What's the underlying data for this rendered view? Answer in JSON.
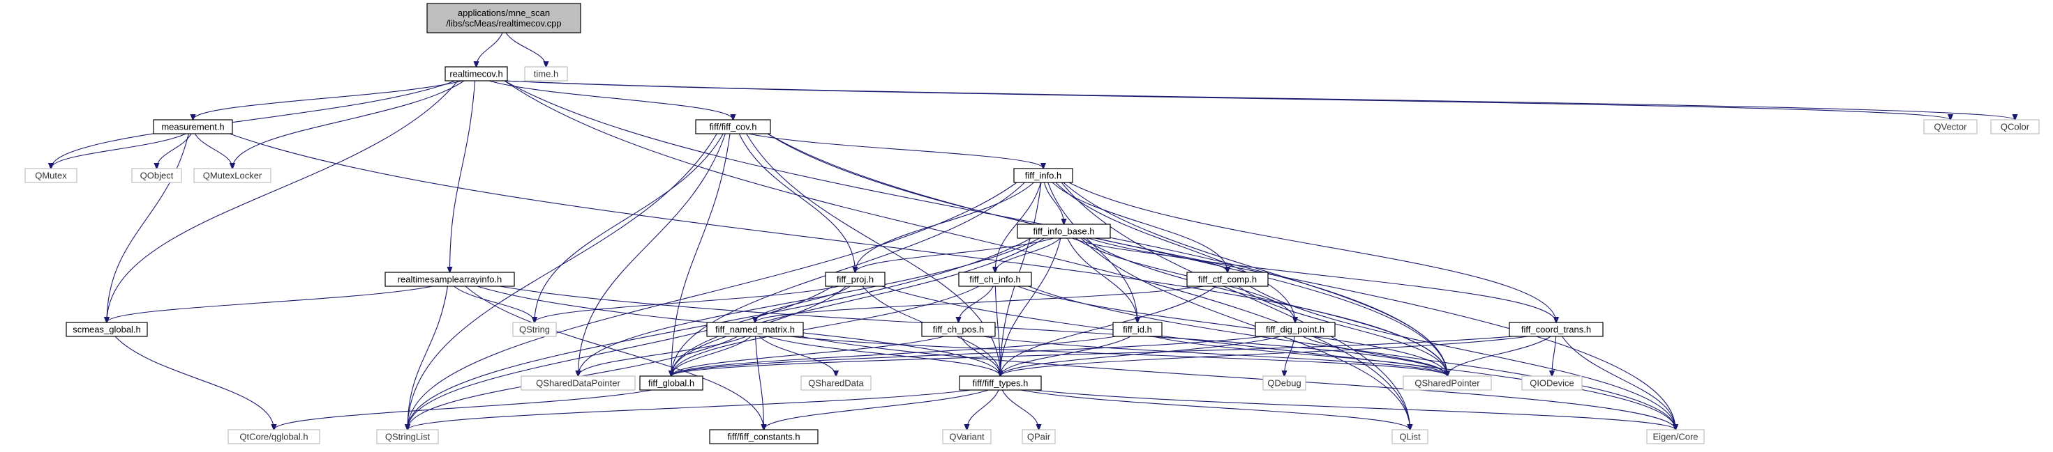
{
  "graph": {
    "nodes": [
      {
        "id": "root",
        "label": [
          "applications/mne_scan",
          "/libs/scMeas/realtimecov.cpp"
        ],
        "kind": "root"
      },
      {
        "id": "realtimecov_h",
        "label": [
          "realtimecov.h"
        ],
        "kind": "file"
      },
      {
        "id": "time_h",
        "label": [
          "time.h"
        ],
        "kind": "sys"
      },
      {
        "id": "measurement_h",
        "label": [
          "measurement.h"
        ],
        "kind": "file"
      },
      {
        "id": "fiff_cov_h",
        "label": [
          "fiff/fiff_cov.h"
        ],
        "kind": "file"
      },
      {
        "id": "qvector",
        "label": [
          "QVector"
        ],
        "kind": "sys"
      },
      {
        "id": "qcolor",
        "label": [
          "QColor"
        ],
        "kind": "sys"
      },
      {
        "id": "qmutex",
        "label": [
          "QMutex"
        ],
        "kind": "sys"
      },
      {
        "id": "qobject",
        "label": [
          "QObject"
        ],
        "kind": "sys"
      },
      {
        "id": "qmutexlocker",
        "label": [
          "QMutexLocker"
        ],
        "kind": "sys"
      },
      {
        "id": "fiff_info_h",
        "label": [
          "fiff_info.h"
        ],
        "kind": "file"
      },
      {
        "id": "fiff_info_base_h",
        "label": [
          "fiff_info_base.h"
        ],
        "kind": "file"
      },
      {
        "id": "rtsai_h",
        "label": [
          "realtimesamplearrayinfo.h"
        ],
        "kind": "file"
      },
      {
        "id": "fiff_proj_h",
        "label": [
          "fiff_proj.h"
        ],
        "kind": "file"
      },
      {
        "id": "fiff_ch_info_h",
        "label": [
          "fiff_ch_info.h"
        ],
        "kind": "file"
      },
      {
        "id": "fiff_ctf_comp_h",
        "label": [
          "fiff_ctf_comp.h"
        ],
        "kind": "file"
      },
      {
        "id": "scmeas_global_h",
        "label": [
          "scmeas_global.h"
        ],
        "kind": "file"
      },
      {
        "id": "qstring",
        "label": [
          "QString"
        ],
        "kind": "sys"
      },
      {
        "id": "fiff_named_matrix_h",
        "label": [
          "fiff_named_matrix.h"
        ],
        "kind": "file"
      },
      {
        "id": "fiff_ch_pos_h",
        "label": [
          "fiff_ch_pos.h"
        ],
        "kind": "file"
      },
      {
        "id": "fiff_id_h",
        "label": [
          "fiff_id.h"
        ],
        "kind": "file"
      },
      {
        "id": "fiff_dig_point_h",
        "label": [
          "fiff_dig_point.h"
        ],
        "kind": "file"
      },
      {
        "id": "fiff_coord_trans_h",
        "label": [
          "fiff_coord_trans.h"
        ],
        "kind": "file"
      },
      {
        "id": "qshareddatapointer",
        "label": [
          "QSharedDataPointer"
        ],
        "kind": "sys"
      },
      {
        "id": "fiff_global_h",
        "label": [
          "fiff_global.h"
        ],
        "kind": "file"
      },
      {
        "id": "qshareddata",
        "label": [
          "QSharedData"
        ],
        "kind": "sys"
      },
      {
        "id": "fiff_types_h",
        "label": [
          "fiff/fiff_types.h"
        ],
        "kind": "file"
      },
      {
        "id": "qdebug",
        "label": [
          "QDebug"
        ],
        "kind": "sys"
      },
      {
        "id": "qsharedpointer",
        "label": [
          "QSharedPointer"
        ],
        "kind": "sys"
      },
      {
        "id": "qiodevice",
        "label": [
          "QIODevice"
        ],
        "kind": "sys"
      },
      {
        "id": "qtcore_qglobal_h",
        "label": [
          "QtCore/qglobal.h"
        ],
        "kind": "sys"
      },
      {
        "id": "qstringlist",
        "label": [
          "QStringList"
        ],
        "kind": "sys"
      },
      {
        "id": "fiff_constants_h",
        "label": [
          "fiff/fiff_constants.h"
        ],
        "kind": "file"
      },
      {
        "id": "qvariant",
        "label": [
          "QVariant"
        ],
        "kind": "sys"
      },
      {
        "id": "qpair",
        "label": [
          "QPair"
        ],
        "kind": "sys"
      },
      {
        "id": "qlist",
        "label": [
          "QList"
        ],
        "kind": "sys"
      },
      {
        "id": "eigen_core",
        "label": [
          "Eigen/Core"
        ],
        "kind": "sys"
      }
    ],
    "edges": [
      [
        "root",
        "realtimecov_h"
      ],
      [
        "root",
        "time_h"
      ],
      [
        "realtimecov_h",
        "measurement_h"
      ],
      [
        "realtimecov_h",
        "fiff_cov_h"
      ],
      [
        "realtimecov_h",
        "rtsai_h"
      ],
      [
        "realtimecov_h",
        "scmeas_global_h"
      ],
      [
        "realtimecov_h",
        "qmutex"
      ],
      [
        "realtimecov_h",
        "qmutexlocker"
      ],
      [
        "realtimecov_h",
        "qvector"
      ],
      [
        "realtimecov_h",
        "qcolor"
      ],
      [
        "realtimecov_h",
        "qsharedpointer"
      ],
      [
        "realtimecov_h",
        "qlist"
      ],
      [
        "measurement_h",
        "scmeas_global_h"
      ],
      [
        "measurement_h",
        "qobject"
      ],
      [
        "measurement_h",
        "qmutex"
      ],
      [
        "measurement_h",
        "qmutexlocker"
      ],
      [
        "measurement_h",
        "qsharedpointer"
      ],
      [
        "fiff_cov_h",
        "fiff_info_h"
      ],
      [
        "fiff_cov_h",
        "fiff_proj_h"
      ],
      [
        "fiff_cov_h",
        "fiff_global_h"
      ],
      [
        "fiff_cov_h",
        "fiff_types_h"
      ],
      [
        "fiff_cov_h",
        "qstring"
      ],
      [
        "fiff_cov_h",
        "qstringlist"
      ],
      [
        "fiff_cov_h",
        "qshareddatapointer"
      ],
      [
        "fiff_cov_h",
        "qsharedpointer"
      ],
      [
        "fiff_cov_h",
        "eigen_core"
      ],
      [
        "fiff_info_h",
        "fiff_info_base_h"
      ],
      [
        "fiff_info_h",
        "fiff_proj_h"
      ],
      [
        "fiff_info_h",
        "fiff_ch_info_h"
      ],
      [
        "fiff_info_h",
        "fiff_ctf_comp_h"
      ],
      [
        "fiff_info_h",
        "fiff_id_h"
      ],
      [
        "fiff_info_h",
        "fiff_dig_point_h"
      ],
      [
        "fiff_info_h",
        "fiff_coord_trans_h"
      ],
      [
        "fiff_info_h",
        "fiff_global_h"
      ],
      [
        "fiff_info_h",
        "fiff_types_h"
      ],
      [
        "fiff_info_h",
        "qsharedpointer"
      ],
      [
        "fiff_info_h",
        "qlist"
      ],
      [
        "fiff_info_h",
        "qstringlist"
      ],
      [
        "fiff_info_base_h",
        "fiff_proj_h"
      ],
      [
        "fiff_info_base_h",
        "fiff_ch_info_h"
      ],
      [
        "fiff_info_base_h",
        "fiff_ctf_comp_h"
      ],
      [
        "fiff_info_base_h",
        "fiff_id_h"
      ],
      [
        "fiff_info_base_h",
        "fiff_dig_point_h"
      ],
      [
        "fiff_info_base_h",
        "fiff_coord_trans_h"
      ],
      [
        "fiff_info_base_h",
        "fiff_global_h"
      ],
      [
        "fiff_info_base_h",
        "fiff_types_h"
      ],
      [
        "fiff_info_base_h",
        "qsharedpointer"
      ],
      [
        "fiff_info_base_h",
        "qstringlist"
      ],
      [
        "fiff_info_base_h",
        "qshareddatapointer"
      ],
      [
        "fiff_info_base_h",
        "qlist"
      ],
      [
        "rtsai_h",
        "scmeas_global_h"
      ],
      [
        "rtsai_h",
        "qstring"
      ],
      [
        "rtsai_h",
        "qsharedpointer"
      ],
      [
        "rtsai_h",
        "fiff_types_h"
      ],
      [
        "rtsai_h",
        "fiff_constants_h"
      ],
      [
        "rtsai_h",
        "qstringlist"
      ],
      [
        "fiff_proj_h",
        "fiff_named_matrix_h"
      ],
      [
        "fiff_proj_h",
        "fiff_global_h"
      ],
      [
        "fiff_proj_h",
        "fiff_types_h"
      ],
      [
        "fiff_proj_h",
        "qstring"
      ],
      [
        "fiff_proj_h",
        "qstringlist"
      ],
      [
        "fiff_proj_h",
        "eigen_core"
      ],
      [
        "fiff_ch_info_h",
        "fiff_ch_pos_h"
      ],
      [
        "fiff_ch_info_h",
        "fiff_global_h"
      ],
      [
        "fiff_ch_info_h",
        "fiff_types_h"
      ],
      [
        "fiff_ch_info_h",
        "qsharedpointer"
      ],
      [
        "fiff_ch_info_h",
        "eigen_core"
      ],
      [
        "fiff_ctf_comp_h",
        "fiff_named_matrix_h"
      ],
      [
        "fiff_ctf_comp_h",
        "fiff_types_h"
      ],
      [
        "fiff_ctf_comp_h",
        "qsharedpointer"
      ],
      [
        "fiff_ctf_comp_h",
        "eigen_core"
      ],
      [
        "scmeas_global_h",
        "qtcore_qglobal_h"
      ],
      [
        "fiff_named_matrix_h",
        "fiff_global_h"
      ],
      [
        "fiff_named_matrix_h",
        "fiff_types_h"
      ],
      [
        "fiff_named_matrix_h",
        "fiff_constants_h"
      ],
      [
        "fiff_named_matrix_h",
        "qshareddatapointer"
      ],
      [
        "fiff_named_matrix_h",
        "qshareddata"
      ],
      [
        "fiff_named_matrix_h",
        "qstringlist"
      ],
      [
        "fiff_named_matrix_h",
        "eigen_core"
      ],
      [
        "fiff_named_matrix_h",
        "qsharedpointer"
      ],
      [
        "fiff_ch_pos_h",
        "fiff_global_h"
      ],
      [
        "fiff_ch_pos_h",
        "fiff_types_h"
      ],
      [
        "fiff_ch_pos_h",
        "qsharedpointer"
      ],
      [
        "fiff_id_h",
        "fiff_global_h"
      ],
      [
        "fiff_id_h",
        "fiff_types_h"
      ],
      [
        "fiff_id_h",
        "qsharedpointer"
      ],
      [
        "fiff_dig_point_h",
        "fiff_global_h"
      ],
      [
        "fiff_dig_point_h",
        "fiff_types_h"
      ],
      [
        "fiff_dig_point_h",
        "qsharedpointer"
      ],
      [
        "fiff_dig_point_h",
        "qdebug"
      ],
      [
        "fiff_coord_trans_h",
        "fiff_types_h"
      ],
      [
        "fiff_coord_trans_h",
        "qsharedpointer"
      ],
      [
        "fiff_coord_trans_h",
        "qiodevice"
      ],
      [
        "fiff_coord_trans_h",
        "eigen_core"
      ],
      [
        "fiff_coord_trans_h",
        "fiff_global_h"
      ],
      [
        "fiff_global_h",
        "qtcore_qglobal_h"
      ],
      [
        "fiff_types_h",
        "fiff_constants_h"
      ],
      [
        "fiff_types_h",
        "qvariant"
      ],
      [
        "fiff_types_h",
        "qpair"
      ],
      [
        "fiff_types_h",
        "qlist"
      ],
      [
        "fiff_types_h",
        "eigen_core"
      ],
      [
        "fiff_types_h",
        "qstringlist"
      ]
    ]
  },
  "colors": {
    "edge": "#191970",
    "root_fill": "#bfbfbf",
    "file_border": "#000000",
    "sys_border": "#bfbfbf"
  }
}
